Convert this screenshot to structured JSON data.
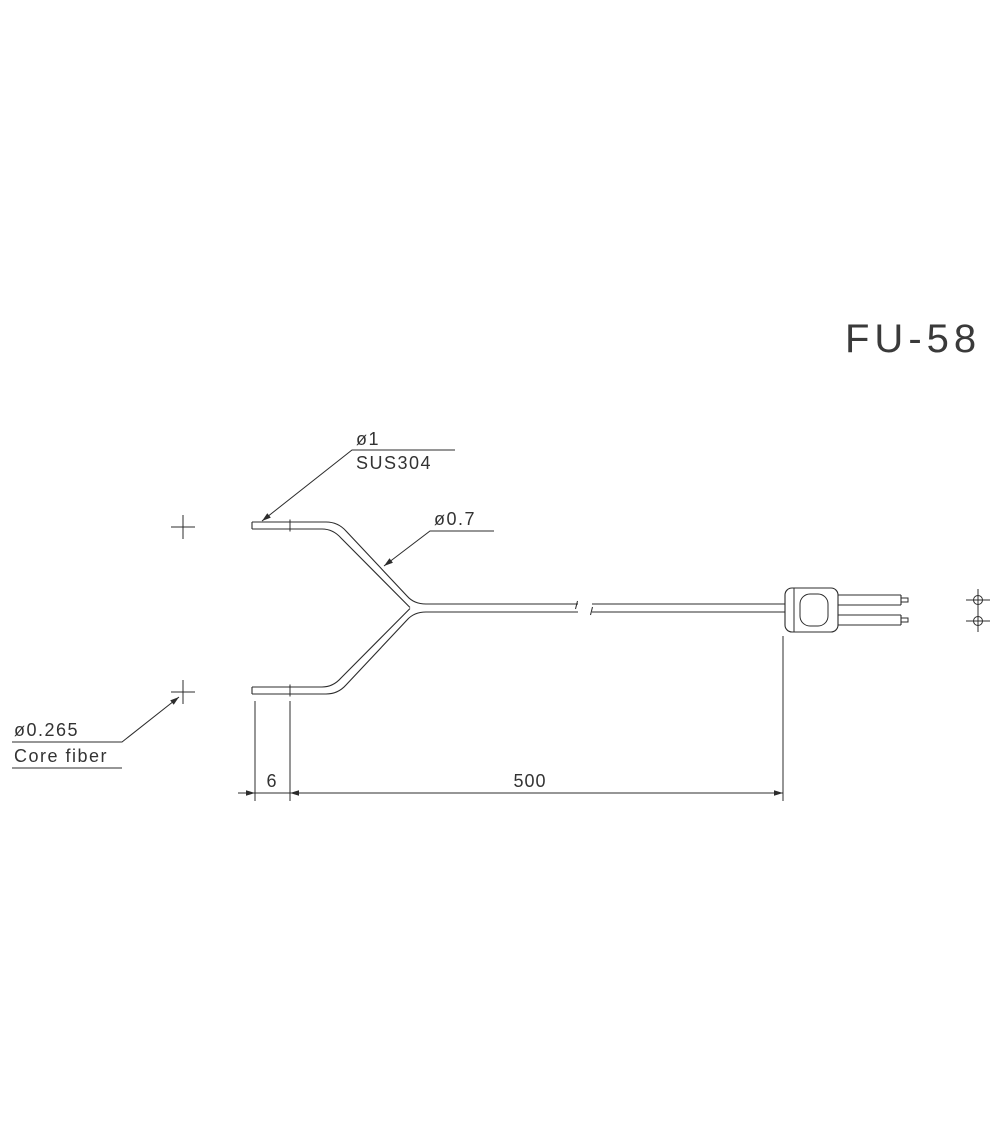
{
  "drawing": {
    "title": "FU-58",
    "callouts": {
      "sheath": {
        "dia": "ø1",
        "material": "SUS304"
      },
      "fiber": {
        "dia": "ø0.7"
      },
      "core": {
        "dia": "ø0.265",
        "label": "Core fiber"
      }
    },
    "dimensions": {
      "tip_length": "6",
      "cable_length": "500"
    },
    "colors": {
      "line": "#2c2c2c",
      "background": "#ffffff"
    }
  }
}
